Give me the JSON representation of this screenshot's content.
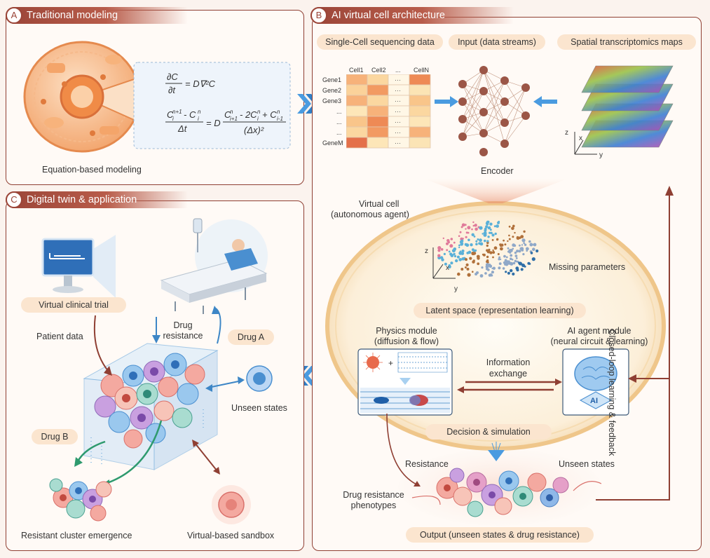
{
  "panel_a": {
    "letter": "A",
    "title": "Traditional modeling",
    "caption": "Equation-based modeling"
  },
  "panel_b": {
    "letter": "B",
    "title": "AI virtual cell architecture",
    "inputs": [
      "Single-Cell sequencing data",
      "Input (data streams)",
      "Spatial  transcriptomics maps"
    ],
    "matrix_cols": [
      "Cell1",
      "Cell2",
      "...",
      "CellN"
    ],
    "matrix_rows": [
      "Gene1",
      "Gene2",
      "Gene3",
      "...",
      "...",
      "...",
      "GeneM"
    ],
    "encoder": "Encoder",
    "axis_x": "x",
    "axis_y": "y",
    "axis_z": "z",
    "virtual_cell": "Virtual cell",
    "virtual_cell_sub": "(autonomous agent)",
    "missing_params": "Missing parameters",
    "latent_space": "Latent space (representation learning)",
    "physics_module": "Physics module",
    "physics_module_sub": "(diffusion & flow)",
    "ai_module": "AI agent module",
    "ai_module_sub": "(neural circuit & learning)",
    "info_exchange": "Information",
    "info_exchange_sub": "exchange",
    "decision": "Decision & simulation",
    "resistance": "Resistance",
    "unseen_states": "Unseen states",
    "drug_resist_pheno": "Drug resistance",
    "drug_resist_pheno_sub": "phenotypes",
    "output": "Output (unseen states & drug resistance)",
    "feedback": "Closed-loop learning & feedback",
    "ai_chip_label": "AI"
  },
  "panel_c": {
    "letter": "C",
    "title": "Digital twin & application",
    "virtual_trial": "Virtual clinical trial",
    "patient_data": "Patient data",
    "drug_resistance": "Drug",
    "drug_resistance_sub": "resistance",
    "drug_a": "Drug A",
    "drug_b": "Drug B",
    "unseen_states": "Unseen states",
    "resistant_cluster": "Resistant cluster emergence",
    "sandbox": "Virtual-based sandbox"
  },
  "colors": {
    "frame": "#8f3f33",
    "title_bar": "#9b4538",
    "tag_fill": "#fbe5cf",
    "arrow_blue": "#3d86c6",
    "arrow_red": "#9b4538",
    "arrow_green": "#2e9a6e"
  }
}
